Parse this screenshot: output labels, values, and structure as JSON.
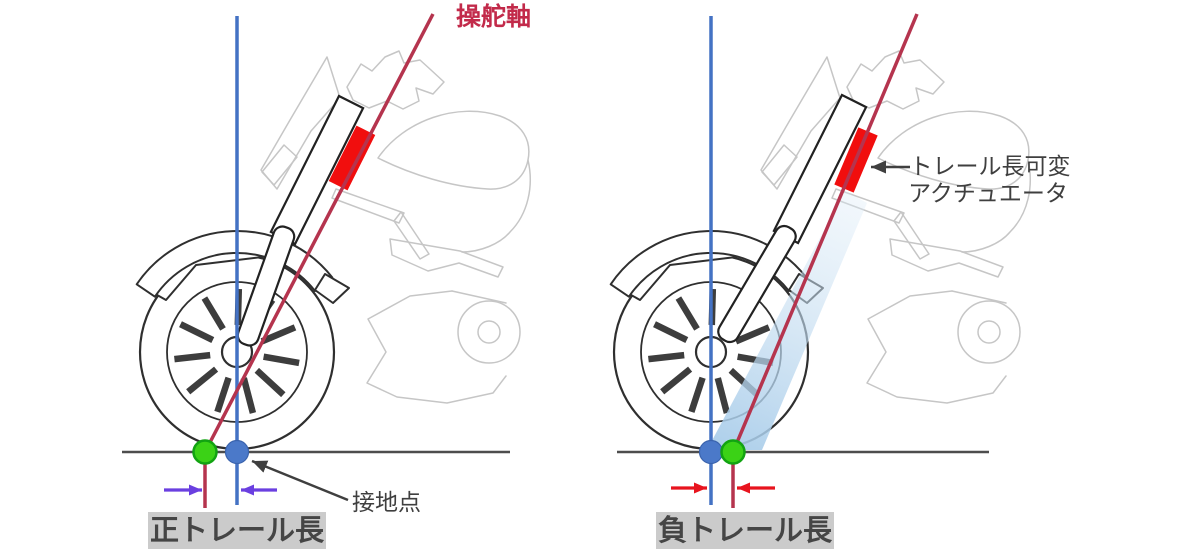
{
  "diagram": {
    "steering_axis_label": "操舵軸",
    "actuator_label_line1": "トレール長可変",
    "actuator_label_line2": "アクチュエータ",
    "contact_point_label": "接地点",
    "panels": [
      {
        "caption": "正トレール長"
      },
      {
        "caption": "負トレール長"
      }
    ]
  },
  "colors": {
    "background": "#ffffff",
    "steering_axis": "#b5344e",
    "steering_axis_label": "#c22a4a",
    "vertical_line": "#4472c4",
    "contact_dot": "#4b79c9",
    "ground_intersection_dot": "#3bd216",
    "actuator": "#f10e0e",
    "positive_trail_arrow": "#6a3fe0",
    "negative_trail_arrow": "#e8141e",
    "swath": "#a6cbe9",
    "caption_bg": "#cbcbcb",
    "caption_text": "#454545",
    "annotation": "#3f3f3f",
    "ground_line": "#4d4d4d",
    "bike_outline": "#c6c6c6"
  }
}
